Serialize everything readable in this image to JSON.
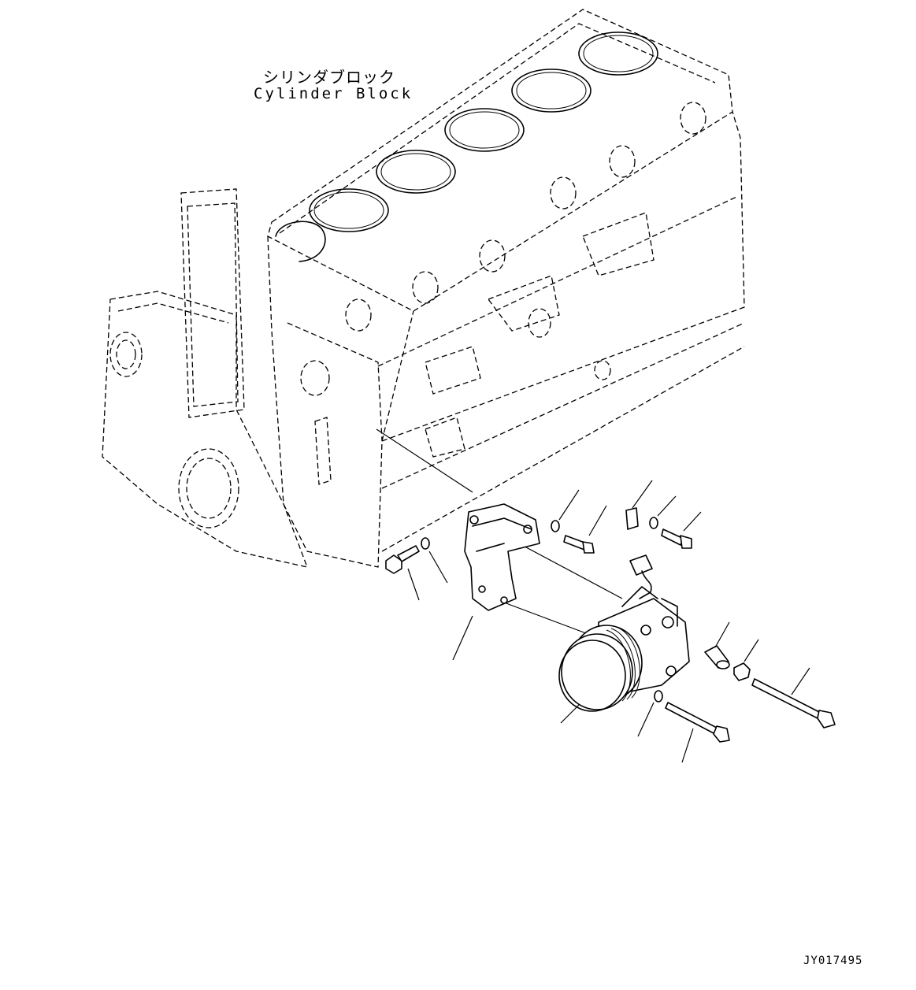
{
  "labels": {
    "part_name_jp": "シリンダブロック",
    "part_name_en": "Cylinder Block",
    "drawing_code": "JY017495"
  }
}
